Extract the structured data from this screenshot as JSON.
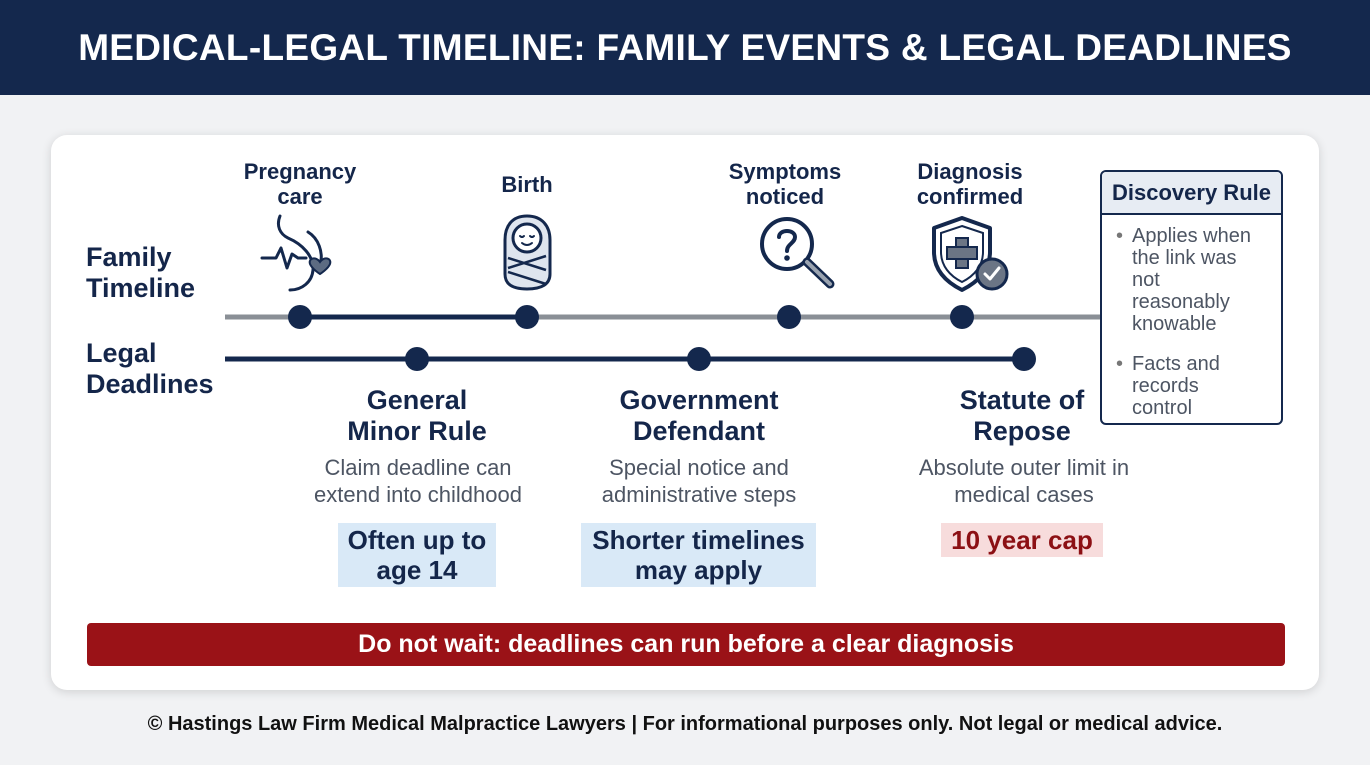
{
  "header": {
    "title": "MEDICAL-LEGAL TIMELINE: FAMILY EVENTS & LEGAL DEADLINES"
  },
  "rows": {
    "family": [
      "Family",
      "Timeline"
    ],
    "legal": [
      "Legal",
      "Deadlines"
    ]
  },
  "family_events": [
    {
      "label": [
        "Pregnancy",
        "care"
      ],
      "icon": "pregnancy-heartbeat-icon"
    },
    {
      "label": [
        "Birth"
      ],
      "icon": "swaddled-baby-icon"
    },
    {
      "label": [
        "Symptoms",
        "noticed"
      ],
      "icon": "magnifier-question-icon"
    },
    {
      "label": [
        "Diagnosis",
        "confirmed"
      ],
      "icon": "medical-shield-check-icon"
    }
  ],
  "legal_deadlines": [
    {
      "title": [
        "General",
        "Minor Rule"
      ],
      "desc": [
        "Claim deadline can",
        "extend into childhood"
      ],
      "tag": [
        "Often up to",
        "age 14"
      ],
      "tag_style": "blue"
    },
    {
      "title": [
        "Government",
        "Defendant"
      ],
      "desc": [
        "Special notice and",
        "administrative steps"
      ],
      "tag": [
        "Shorter timelines",
        "may apply"
      ],
      "tag_style": "blue"
    },
    {
      "title": [
        "Statute of",
        "Repose"
      ],
      "desc": [
        "Absolute outer limit in",
        "medical cases"
      ],
      "tag": [
        "10 year cap"
      ],
      "tag_style": "red"
    }
  ],
  "discovery_rule": {
    "title": "Discovery Rule",
    "items": [
      [
        "Applies when",
        "the link was",
        "not",
        "reasonably",
        "knowable"
      ],
      [
        "Facts and",
        "records",
        "control"
      ]
    ]
  },
  "banner": {
    "text": "Do not wait: deadlines can run before a clear diagnosis"
  },
  "footer": {
    "text": "© Hastings Law Firm Medical Malpractice Lawyers | For informational purposes only. Not legal or medical advice."
  },
  "colors": {
    "navy": "#14284d",
    "gray_line": "#8a8f96",
    "red": "#9a1217",
    "tag_blue": "#d9e9f7",
    "tag_red": "#f7dcdc"
  }
}
